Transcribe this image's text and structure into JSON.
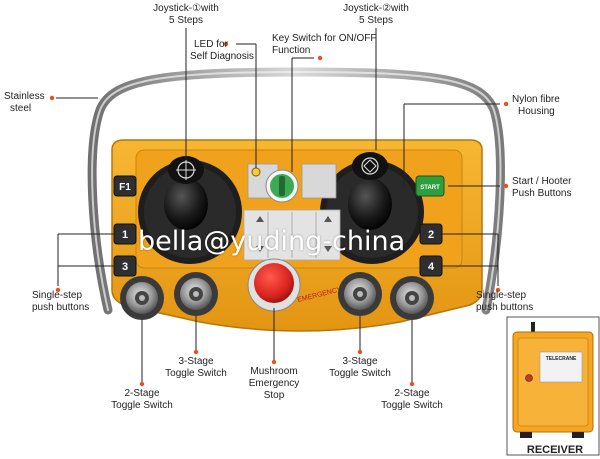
{
  "labels": {
    "joystick_left": [
      "Joystick-①with",
      "5 Steps"
    ],
    "joystick_right": [
      "Joystick-②with",
      "5 Steps"
    ],
    "led": [
      "LED for",
      "Self Diagnosis"
    ],
    "key_switch": [
      "Key Switch for ON/OFF",
      "Function"
    ],
    "stainless": [
      "Stainless",
      "steel"
    ],
    "nylon": [
      "Nylon fibre",
      "Housing"
    ],
    "start_hooter": [
      "Start / Hooter",
      "Push Buttons"
    ],
    "single_step_left": [
      "Single-step",
      "push buttons"
    ],
    "single_step_right": [
      "Single-step",
      "push buttons"
    ],
    "two_stage_left": [
      "2-Stage",
      "Toggle Switch"
    ],
    "three_stage_left": [
      "3-Stage",
      "Toggle Switch"
    ],
    "mushroom": [
      "Mushroom",
      "Emergency",
      "Stop"
    ],
    "three_stage_right": [
      "3-Stage",
      "Toggle Switch"
    ],
    "two_stage_right": [
      "2-Stage",
      "Toggle Switch"
    ]
  },
  "buttons": {
    "f1": "F1",
    "b1": "1",
    "b3": "3",
    "b2": "2",
    "b4": "4",
    "start": "START"
  },
  "emergency_text": "EMERGENCY STOP",
  "watermark": "bella@yuding-china",
  "receiver": {
    "caption": "RECEIVER",
    "brand": "TELECRANE"
  },
  "colors": {
    "housing_orange": "#F2A81E",
    "panel_dark": "#2B2B2B",
    "emergency_red": "#D8231E",
    "bullet_orange": "#E8501E",
    "green_button": "#2E9E3E",
    "key_green": "#3BAA55",
    "receiver_orange": "#F5A623"
  }
}
